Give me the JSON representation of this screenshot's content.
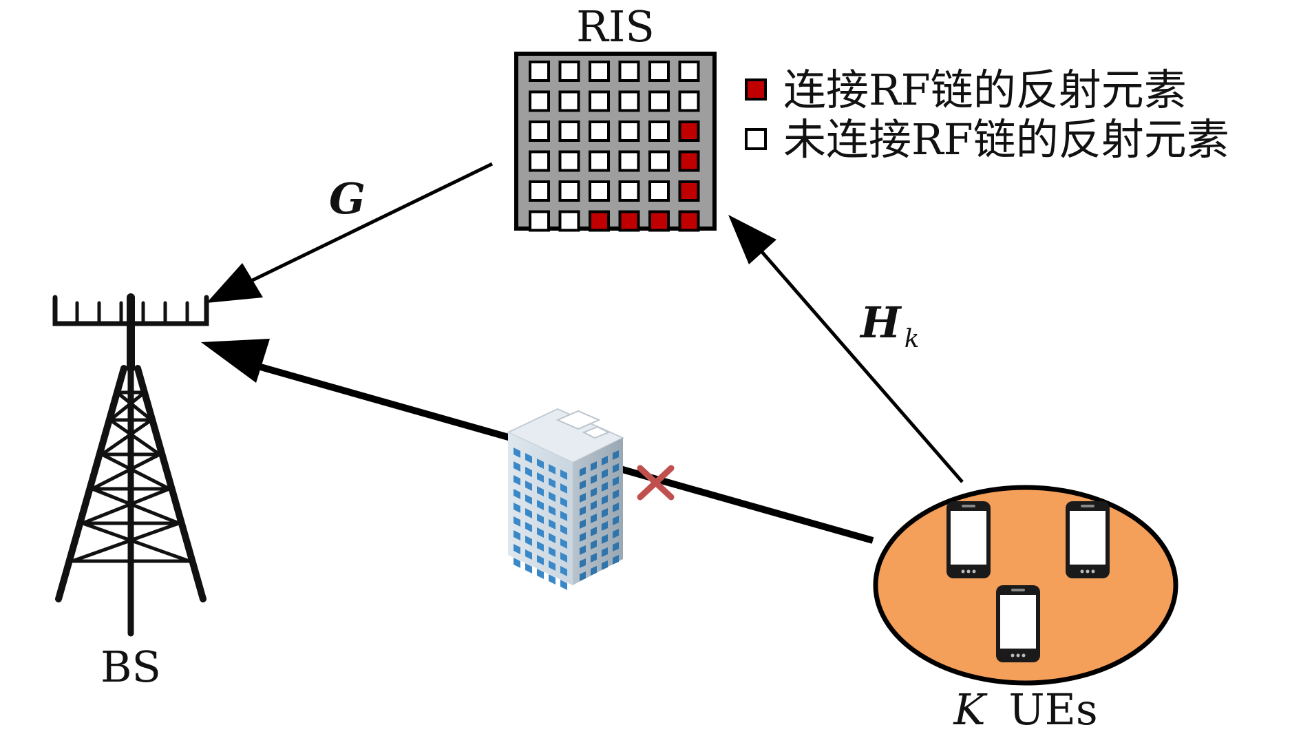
{
  "labels": {
    "ris": "RIS",
    "bs": "BS",
    "ues_prefix": "K",
    "ues_suffix": "UEs",
    "g": "G",
    "h": "H",
    "h_sub": "k"
  },
  "legend": [
    {
      "text": "连接RF链的反射元素",
      "swatch": "#c00000"
    },
    {
      "text": "未连接RF链的反射元素",
      "swatch": "#ffffff"
    }
  ],
  "ris_grid": [
    [
      0,
      0,
      0,
      0,
      0,
      0
    ],
    [
      0,
      0,
      0,
      0,
      0,
      0
    ],
    [
      0,
      0,
      0,
      0,
      0,
      1
    ],
    [
      0,
      0,
      0,
      0,
      0,
      1
    ],
    [
      0,
      0,
      0,
      0,
      0,
      1
    ],
    [
      0,
      0,
      1,
      1,
      1,
      1
    ]
  ],
  "colors": {
    "connected": "#c00000",
    "unconnected": "#ffffff",
    "ris_bg": "#9e9e9e",
    "ue_ellipse": "#f4a05a",
    "blocked_mark": "#c0504d"
  }
}
